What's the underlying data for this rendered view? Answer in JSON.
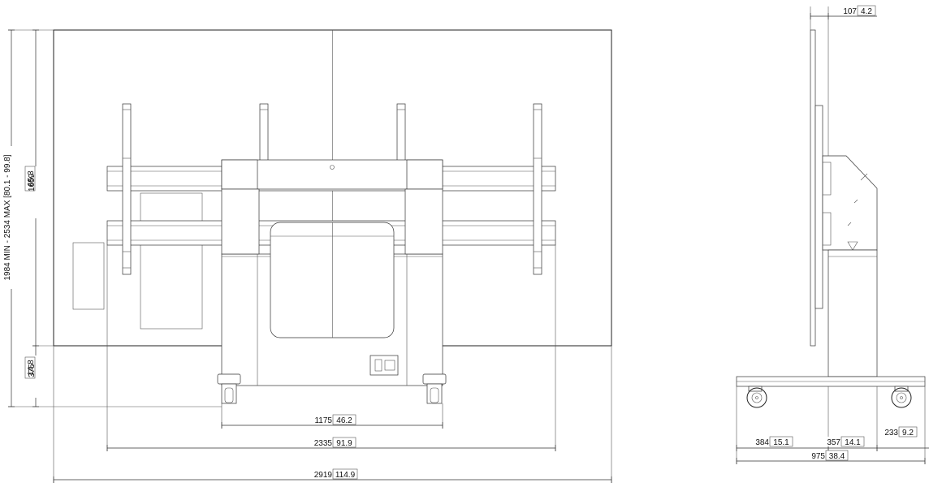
{
  "front_view": {
    "dim_total_width_value": "2919",
    "dim_total_width_inch": "114.9",
    "dim_bars_width_value": "2335",
    "dim_bars_width_inch": "91.9",
    "dim_column_width_value": "1175",
    "dim_column_width_inch": "46.2",
    "dim_height_range_text": "1984 MIN - 2534 MAX [80.1 - 99.8]",
    "dim_screen_height_value": "1659",
    "dim_screen_height_inch": "65.3",
    "dim_floor_clearance_value": "375",
    "dim_floor_clearance_inch": "14.8"
  },
  "side_view": {
    "dim_depth_offset_value": "107",
    "dim_depth_offset_inch": "4.2",
    "dim_front_foot_value": "384",
    "dim_front_foot_inch": "15.1",
    "dim_rear_foot_value": "357",
    "dim_rear_foot_inch": "14.1",
    "dim_wheel_offset_value": "233",
    "dim_wheel_offset_inch": "9.2",
    "dim_total_depth_value": "975",
    "dim_total_depth_inch": "38.4"
  },
  "colors": {
    "line": "#222222",
    "background": "#ffffff"
  }
}
